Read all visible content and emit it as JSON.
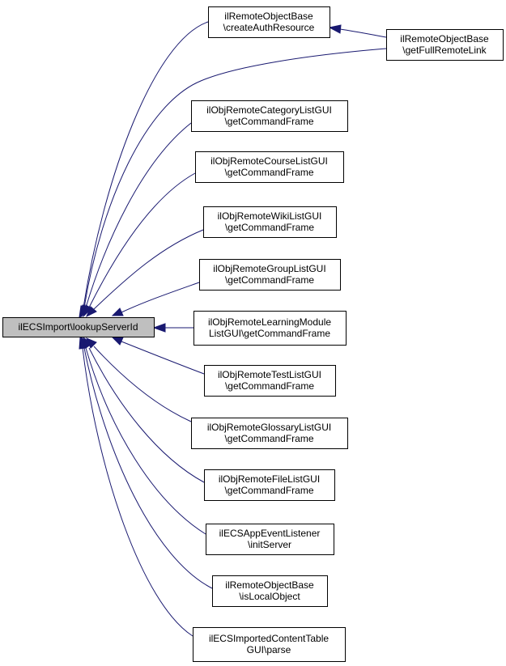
{
  "nodes": [
    {
      "id": "root",
      "lines": [
        "ilECSImport\\lookupServerId"
      ]
    },
    {
      "id": "create_auth",
      "lines": [
        "ilRemoteObjectBase",
        "\\createAuthResource"
      ]
    },
    {
      "id": "full_link",
      "lines": [
        "ilRemoteObjectBase",
        "\\getFullRemoteLink"
      ]
    },
    {
      "id": "category",
      "lines": [
        "ilObjRemoteCategoryListGUI",
        "\\getCommandFrame"
      ]
    },
    {
      "id": "course",
      "lines": [
        "ilObjRemoteCourseListGUI",
        "\\getCommandFrame"
      ]
    },
    {
      "id": "wiki",
      "lines": [
        "ilObjRemoteWikiListGUI",
        "\\getCommandFrame"
      ]
    },
    {
      "id": "group",
      "lines": [
        "ilObjRemoteGroupListGUI",
        "\\getCommandFrame"
      ]
    },
    {
      "id": "lm",
      "lines": [
        "ilObjRemoteLearningModule",
        "ListGUI\\getCommandFrame"
      ]
    },
    {
      "id": "test",
      "lines": [
        "ilObjRemoteTestListGUI",
        "\\getCommandFrame"
      ]
    },
    {
      "id": "glossary",
      "lines": [
        "ilObjRemoteGlossaryListGUI",
        "\\getCommandFrame"
      ]
    },
    {
      "id": "file",
      "lines": [
        "ilObjRemoteFileListGUI",
        "\\getCommandFrame"
      ]
    },
    {
      "id": "app_event",
      "lines": [
        "ilECSAppEventListener",
        "\\initServer"
      ]
    },
    {
      "id": "is_local",
      "lines": [
        "ilRemoteObjectBase",
        "\\isLocalObject"
      ]
    },
    {
      "id": "imported_table",
      "lines": [
        "ilECSImportedContentTable",
        "GUI\\parse"
      ]
    }
  ],
  "edges": [
    {
      "from": "create_auth",
      "to": "root"
    },
    {
      "from": "full_link",
      "to": "root"
    },
    {
      "from": "full_link",
      "to": "create_auth"
    },
    {
      "from": "category",
      "to": "root"
    },
    {
      "from": "course",
      "to": "root"
    },
    {
      "from": "wiki",
      "to": "root"
    },
    {
      "from": "group",
      "to": "root"
    },
    {
      "from": "lm",
      "to": "root"
    },
    {
      "from": "test",
      "to": "root"
    },
    {
      "from": "glossary",
      "to": "root"
    },
    {
      "from": "file",
      "to": "root"
    },
    {
      "from": "app_event",
      "to": "root"
    },
    {
      "from": "is_local",
      "to": "root"
    },
    {
      "from": "imported_table",
      "to": "root"
    }
  ],
  "colors": {
    "edge": "#191970",
    "root_fill": "#bfbfbf",
    "node_fill": "#ffffff",
    "node_stroke": "#000000"
  }
}
